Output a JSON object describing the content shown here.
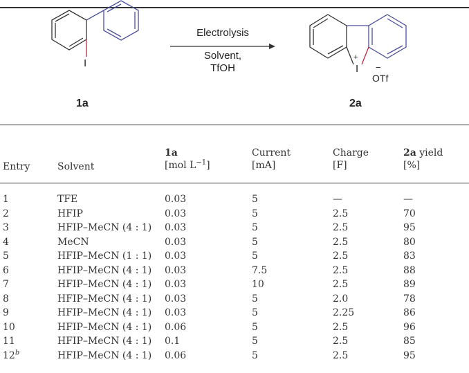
{
  "scheme": {
    "condition_top": "Electrolysis",
    "condition_bottom_1": "Solvent,",
    "condition_bottom_2": "TfOH",
    "reactant": {
      "label": "1a",
      "atom": "I"
    },
    "product": {
      "label": "2a",
      "atom": "I",
      "charge_plus": "+",
      "charge_minus": "−",
      "counterion": "OTf"
    }
  },
  "table": {
    "headers": {
      "entry": "Entry",
      "solvent": "Solvent",
      "conc_1": "1a",
      "conc_2a": "[mol L",
      "conc_2sup": "−1",
      "conc_2b": "]",
      "current_1": "Current",
      "current_2": "[mA]",
      "charge_1": "Charge",
      "charge_2": "[F]",
      "yield_1b": "2a",
      "yield_1": " yield",
      "yield_2": "[%]"
    },
    "rows": [
      {
        "entry": "1",
        "sup": "",
        "solvent": "TFE",
        "conc": "0.03",
        "current": "5",
        "charge": "—",
        "yield": "—"
      },
      {
        "entry": "2",
        "sup": "",
        "solvent": "HFIP",
        "conc": "0.03",
        "current": "5",
        "charge": "2.5",
        "yield": "70"
      },
      {
        "entry": "3",
        "sup": "",
        "solvent": "HFIP–MeCN (4 : 1)",
        "conc": "0.03",
        "current": "5",
        "charge": "2.5",
        "yield": "95"
      },
      {
        "entry": "4",
        "sup": "",
        "solvent": "MeCN",
        "conc": "0.03",
        "current": "5",
        "charge": "2.5",
        "yield": "80"
      },
      {
        "entry": "5",
        "sup": "",
        "solvent": "HFIP–MeCN (1 : 1)",
        "conc": "0.03",
        "current": "5",
        "charge": "2.5",
        "yield": "83"
      },
      {
        "entry": "6",
        "sup": "",
        "solvent": "HFIP–MeCN (4 : 1)",
        "conc": "0.03",
        "current": "7.5",
        "charge": "2.5",
        "yield": "88"
      },
      {
        "entry": "7",
        "sup": "",
        "solvent": "HFIP–MeCN (4 : 1)",
        "conc": "0.03",
        "current": "10",
        "charge": "2.5",
        "yield": "89"
      },
      {
        "entry": "8",
        "sup": "",
        "solvent": "HFIP–MeCN (4 : 1)",
        "conc": "0.03",
        "current": "5",
        "charge": "2.0",
        "yield": "78"
      },
      {
        "entry": "9",
        "sup": "",
        "solvent": "HFIP–MeCN (4 : 1)",
        "conc": "0.03",
        "current": "5",
        "charge": "2.25",
        "yield": "86"
      },
      {
        "entry": "10",
        "sup": "",
        "solvent": "HFIP–MeCN (4 : 1)",
        "conc": "0.06",
        "current": "5",
        "charge": "2.5",
        "yield": "96"
      },
      {
        "entry": "11",
        "sup": "",
        "solvent": "HFIP–MeCN (4 : 1)",
        "conc": "0.1",
        "current": "5",
        "charge": "2.5",
        "yield": "85"
      },
      {
        "entry": "12",
        "sup": "b",
        "solvent": "HFIP–MeCN (4 : 1)",
        "conc": "0.06",
        "current": "5",
        "charge": "2.5",
        "yield": "95"
      }
    ]
  },
  "colors": {
    "rule": "#333333",
    "ring_blue": "#4a4f9c",
    "iodine_bond": "#c0283a"
  }
}
